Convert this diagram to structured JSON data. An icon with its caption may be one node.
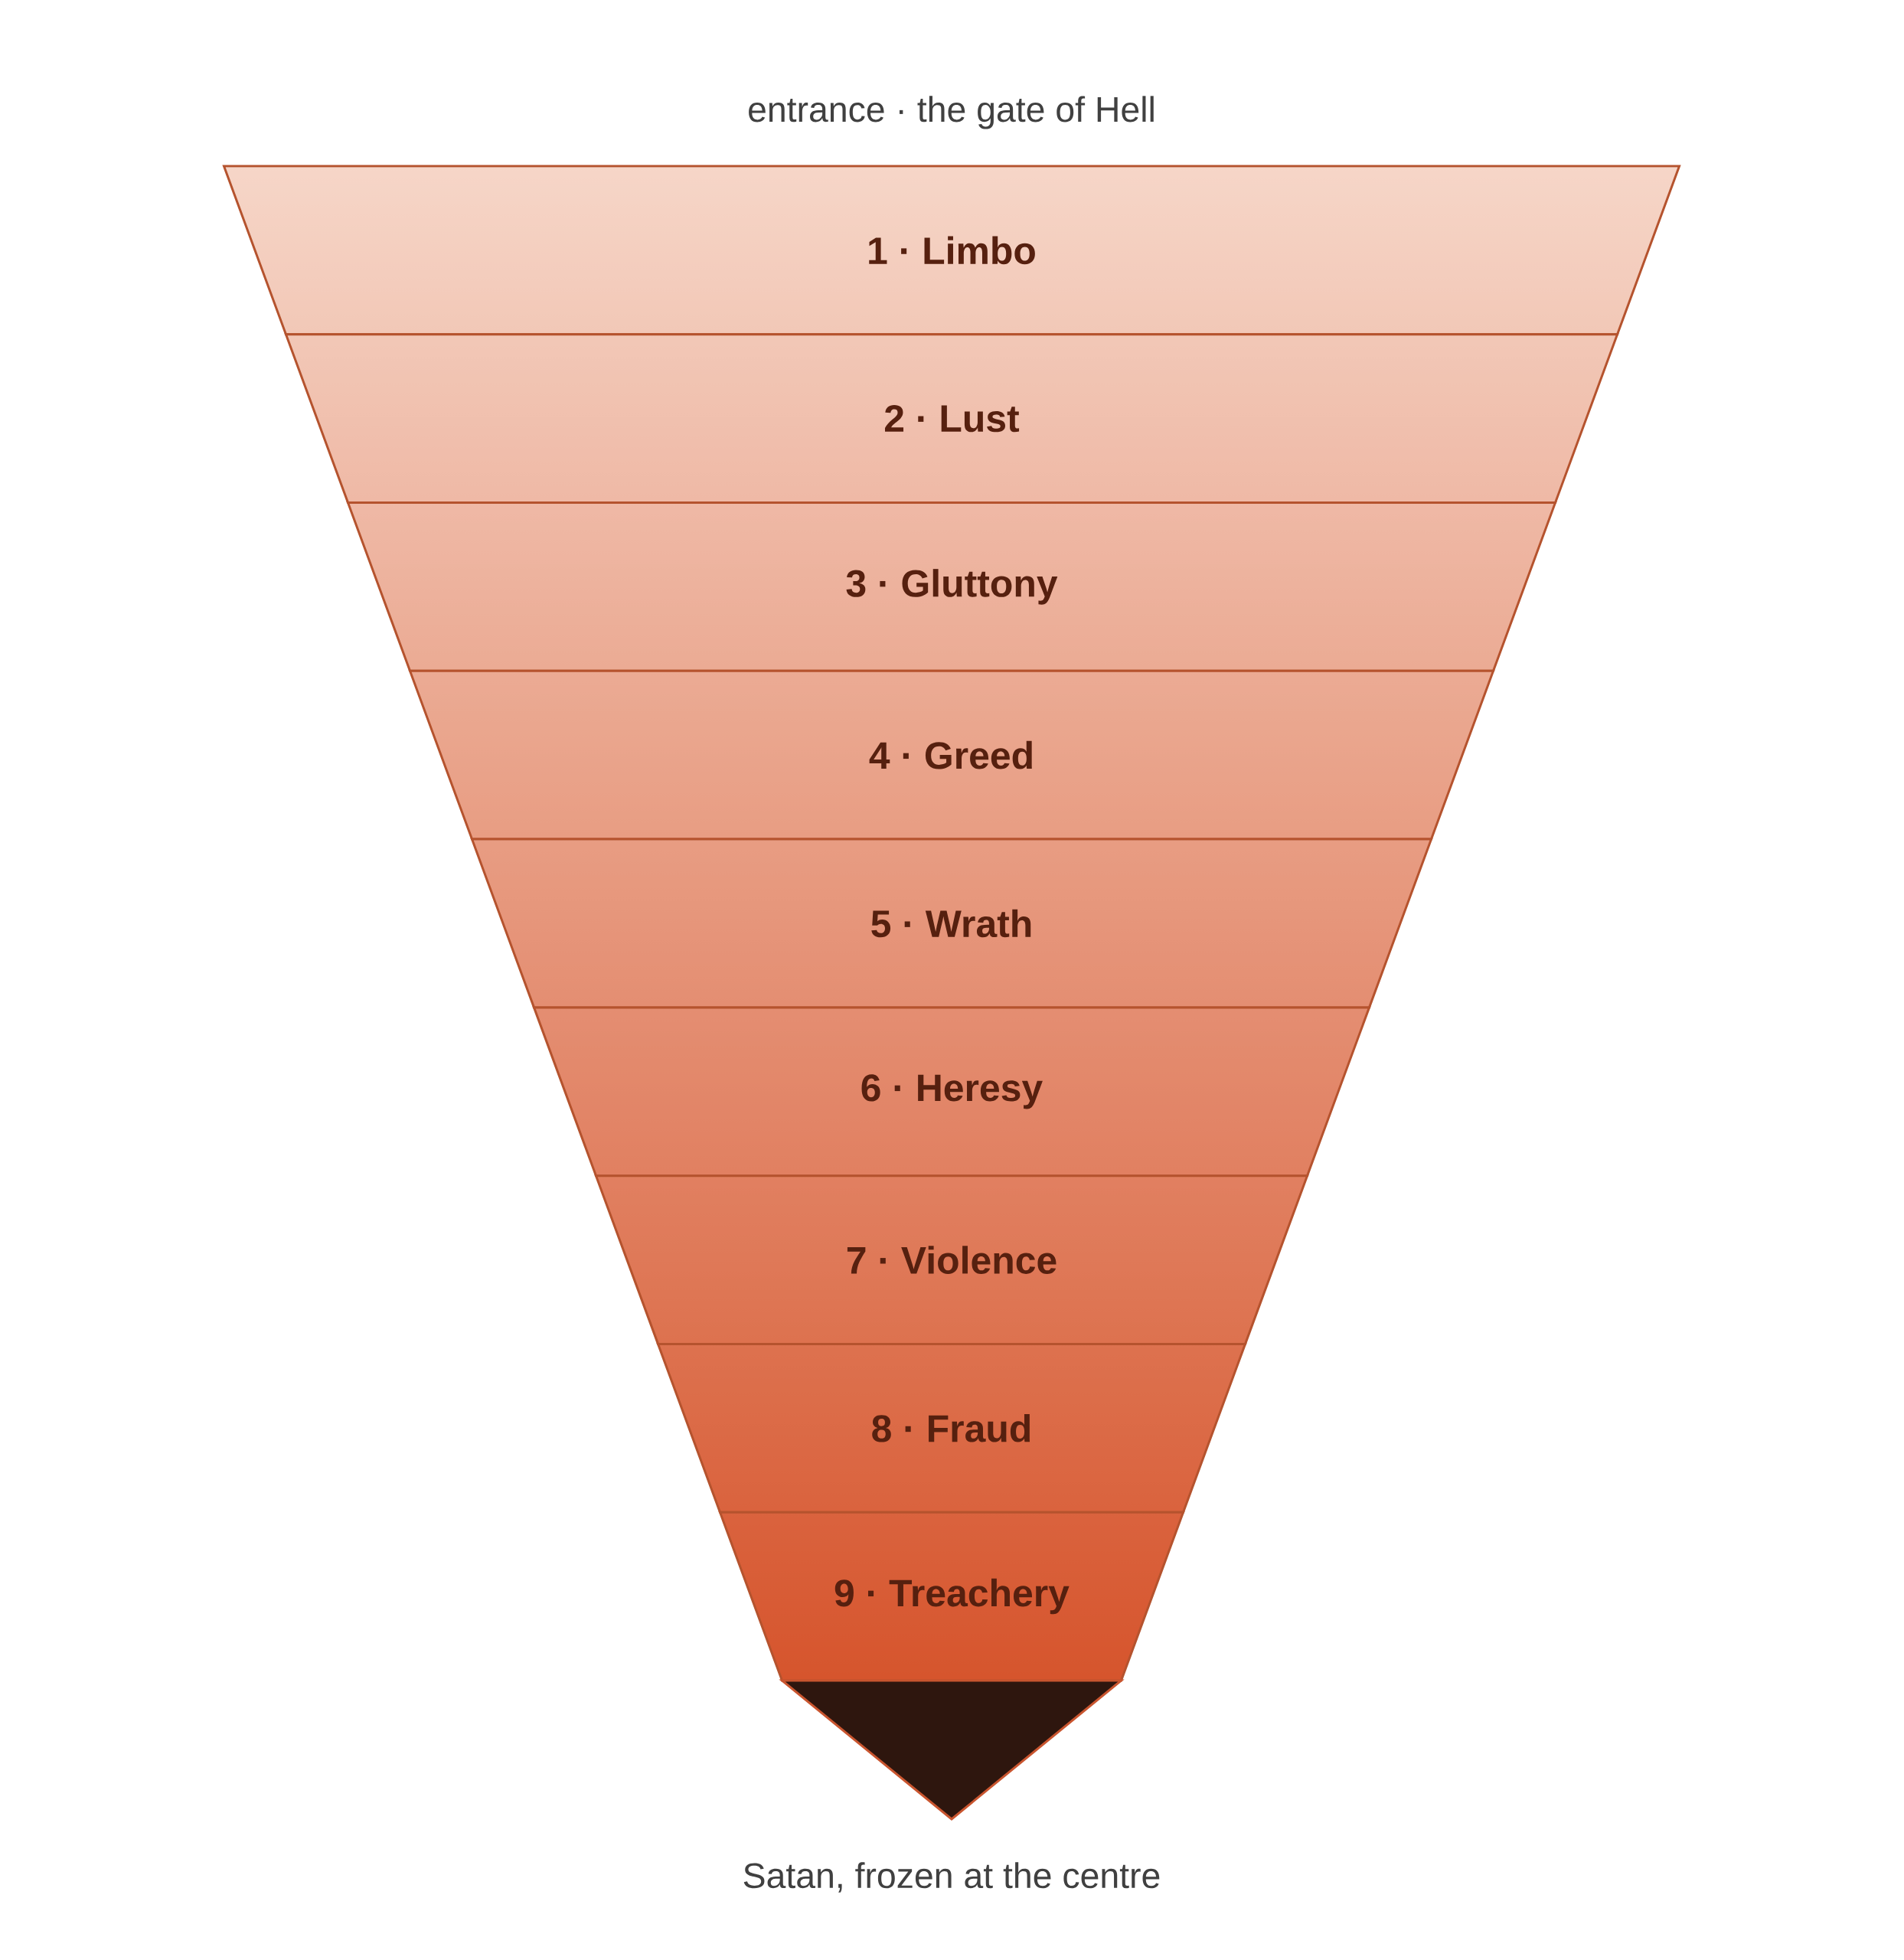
{
  "diagram": {
    "nodes": [
      {
        "text": [
          "1 · Limbo"
        ]
      },
      {
        "text": [
          "2 · Lust"
        ]
      },
      {
        "text": [
          "3 · Gluttony"
        ]
      },
      {
        "text": [
          "4 · Greed"
        ]
      },
      {
        "text": [
          "5 · Wrath"
        ]
      },
      {
        "text": [
          "6 · Heresy"
        ]
      },
      {
        "text": [
          "7 · Violence"
        ]
      },
      {
        "text": [
          "8 · Fraud"
        ]
      },
      {
        "text": [
          "9 · Treachery"
        ]
      },
      {
        "text": [],
        "shape": "triangle"
      }
    ],
    "edges": [],
    "labels": [
      "entrance · the gate of Hell",
      "Satan, frozen at the centre"
    ]
  }
}
